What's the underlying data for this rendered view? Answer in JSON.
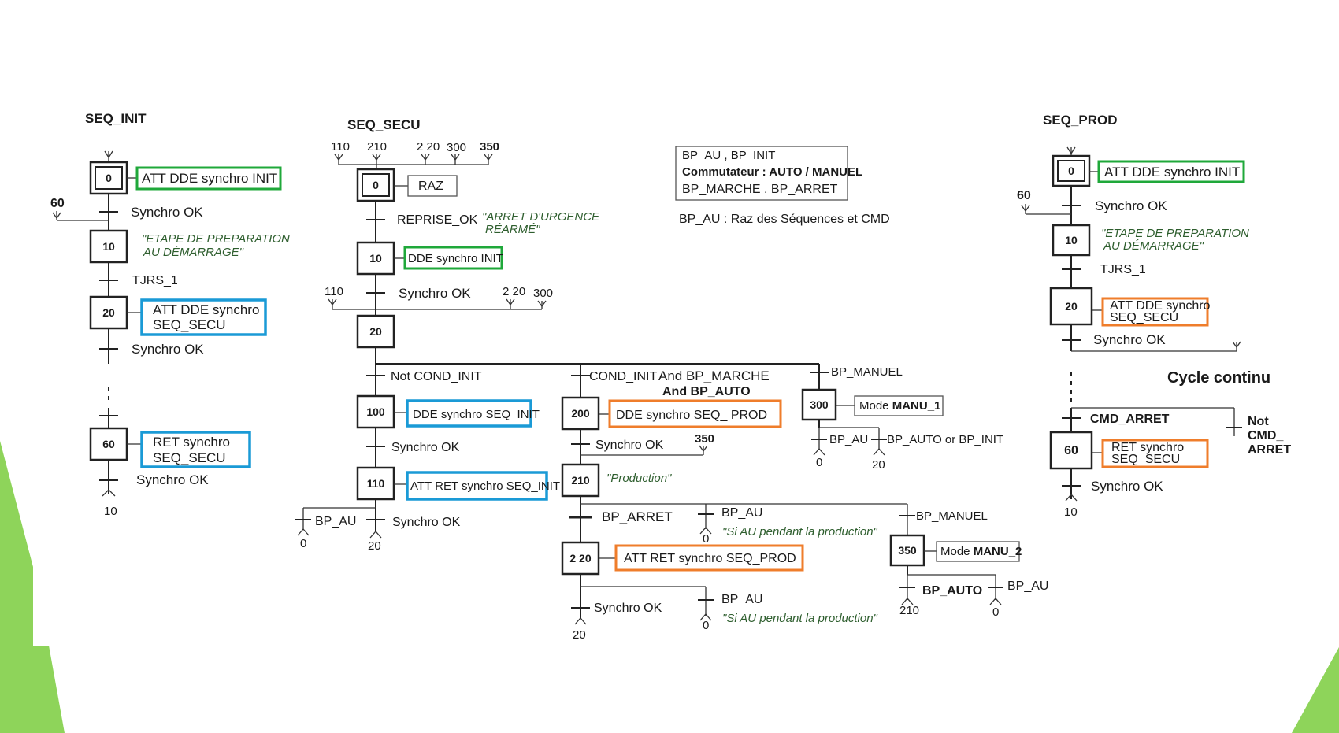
{
  "colors": {
    "green": "#1fa83a",
    "blue": "#1a9ad6",
    "orange": "#ef7d2b",
    "comment": "#2e5e2e",
    "decor": "#8ed45a"
  },
  "seq_init": {
    "title": "SEQ_INIT",
    "s0": "0",
    "s0_action": "ATT DDE synchro INIT",
    "jump60": "60",
    "t0": "Synchro OK",
    "s10": "10",
    "s10_cmt1": "\"ETAPE DE PREPARATION",
    "s10_cmt2": "AU DÉMARRAGE\"",
    "t10": "TJRS_1",
    "s20": "20",
    "s20_action1": "ATT DDE synchro",
    "s20_action2": "SEQ_SECU",
    "t20": "Synchro OK",
    "s60": "60",
    "s60_action1": "RET synchro",
    "s60_action2": "SEQ_SECU",
    "t60": "Synchro OK",
    "to10": "10"
  },
  "seq_secu": {
    "title": "SEQ_SECU",
    "in": [
      "110",
      "210",
      "2 20",
      "300",
      "350"
    ],
    "s0": "0",
    "s0_action": "RAZ",
    "t0": "REPRISE_OK",
    "t0_cmt1": "\"ARRET D'URGENCE",
    "t0_cmt2": "RÉARMÉ\"",
    "s10": "10",
    "s10_action": "DDE synchro INIT",
    "in2": [
      "110",
      "2 20",
      "300"
    ],
    "t10": "Synchro OK",
    "s20": "20",
    "b1": "Not COND_INIT",
    "b2": "COND_INIT",
    "b2b": "And BP_MARCHE",
    "b2c": "And BP_AUTO",
    "b3": "BP_MANUEL",
    "s100": "100",
    "s100_action": "DDE synchro SEQ_INIT",
    "t100": "Synchro OK",
    "s110": "110",
    "s110_action": "ATT RET synchro SEQ_INIT",
    "t110_au": "BP_AU",
    "t110_au_to": "0",
    "t110_ok": "Synchro OK",
    "t110_ok_to": "20",
    "s200": "200",
    "s200_action": "DDE synchro SEQ_ PROD",
    "t200": "Synchro OK",
    "t200_jump": "350",
    "s210": "210",
    "s210_cmt": "\"Production\"",
    "t210_arret": "BP_ARRET",
    "t210_au": "BP_AU",
    "t210_au_to": "0",
    "t210_au_cmt": "\"Si AU pendant la production\"",
    "t210_manuel": "BP_MANUEL",
    "s220": "2 20",
    "s220_action": "ATT RET synchro SEQ_PROD",
    "t220_ok": "Synchro OK",
    "t220_ok_to": "20",
    "t220_au": "BP_AU",
    "t220_au_to": "0",
    "t220_au_cmt": "\"Si AU pendant la production\"",
    "s300": "300",
    "s300_action_pre": "Mode ",
    "s300_action_bold": "MANU_1",
    "t300_au": "BP_AU",
    "t300_au_to": "0",
    "t300_auto": "BP_AUTO or BP_INIT",
    "t300_auto_to": "20",
    "s350": "350",
    "s350_action_pre": "Mode ",
    "s350_action_bold": "MANU_2",
    "t350_auto": "BP_AUTO",
    "t350_auto_to": "210",
    "t350_au": "BP_AU",
    "t350_au_to": "0"
  },
  "legend": {
    "l1": "BP_AU ,  BP_INIT",
    "l2": "Commutateur : AUTO / MANUEL",
    "l3": "BP_MARCHE  ,    BP_ARRET",
    "note": "BP_AU : Raz des Séquences et CMD"
  },
  "seq_prod": {
    "title": "SEQ_PROD",
    "s0": "0",
    "s0_action": "ATT DDE synchro INIT",
    "jump60": "60",
    "t0": "Synchro OK",
    "s10": "10",
    "s10_cmt1": "\"ETAPE DE PREPARATION",
    "s10_cmt2": "AU DÉMARRAGE\"",
    "t10": "TJRS_1",
    "s20": "20",
    "s20_action1": "ATT DDE synchro",
    "s20_action2": "SEQ_SECU",
    "t20": "Synchro OK",
    "cycle": "Cycle continu",
    "t_arret": "CMD_ARRET",
    "t_not1": "Not",
    "t_not2": "CMD_",
    "t_not3": "ARRET",
    "s60": "60",
    "s60_action1": "RET synchro",
    "s60_action2": "SEQ_SECU",
    "t60": "Synchro OK",
    "to10": "10"
  }
}
